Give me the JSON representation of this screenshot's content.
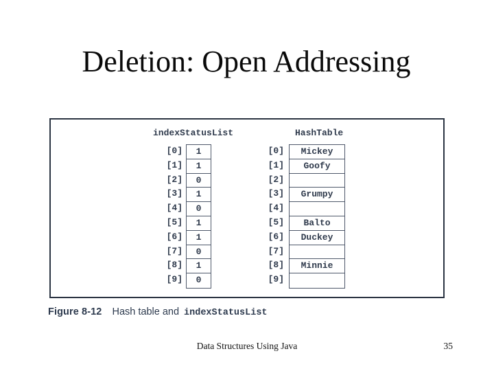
{
  "title": "Deletion: Open Addressing",
  "figure": {
    "index_status_list": {
      "header": "indexStatusList",
      "rows": [
        {
          "label": "[0]",
          "value": "1"
        },
        {
          "label": "[1]",
          "value": "1"
        },
        {
          "label": "[2]",
          "value": "0"
        },
        {
          "label": "[3]",
          "value": "1"
        },
        {
          "label": "[4]",
          "value": "0"
        },
        {
          "label": "[5]",
          "value": "1"
        },
        {
          "label": "[6]",
          "value": "1"
        },
        {
          "label": "[7]",
          "value": "0"
        },
        {
          "label": "[8]",
          "value": "1"
        },
        {
          "label": "[9]",
          "value": "0"
        }
      ]
    },
    "hash_table": {
      "header": "HashTable",
      "rows": [
        {
          "label": "[0]",
          "value": "Mickey"
        },
        {
          "label": "[1]",
          "value": "Goofy"
        },
        {
          "label": "[2]",
          "value": ""
        },
        {
          "label": "[3]",
          "value": "Grumpy"
        },
        {
          "label": "[4]",
          "value": ""
        },
        {
          "label": "[5]",
          "value": "Balto"
        },
        {
          "label": "[6]",
          "value": "Duckey"
        },
        {
          "label": "[7]",
          "value": ""
        },
        {
          "label": "[8]",
          "value": "Minnie"
        },
        {
          "label": "[9]",
          "value": ""
        }
      ]
    },
    "caption": {
      "figure_label": "Figure 8-12",
      "text": "Hash table and",
      "code_text": "indexStatusList"
    }
  },
  "footer": {
    "text": "Data Structures Using Java",
    "page_number": "35"
  },
  "colors": {
    "figure_ink": "#2f3a4c",
    "figure_border": "#2b3442",
    "cell_border": "#4e586a",
    "title_ink": "#0a0a0a"
  }
}
